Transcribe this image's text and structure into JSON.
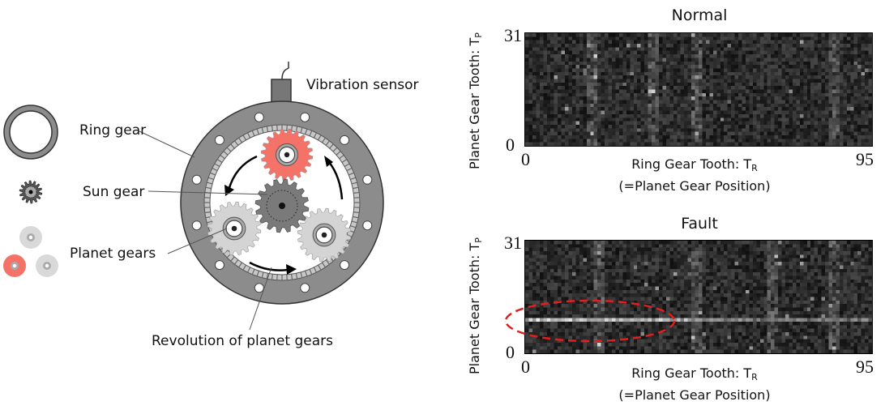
{
  "diagram": {
    "labels": {
      "vibration_sensor": "Vibration sensor",
      "ring_gear": "Ring gear",
      "sun_gear": "Sun gear",
      "planet_gears": "Planet gears",
      "revolution": "Revolution of planet gears"
    },
    "colors": {
      "ring": "#8c8c8c",
      "fault_planet": "#f47268",
      "normal_planet": "#d4d4d4",
      "sun": "#7a7a7a"
    }
  },
  "chart_data": [
    {
      "type": "heatmap",
      "title": "Normal",
      "ylabel": "Planet Gear Tooth: T",
      "ylabel_sub": "P",
      "xlabel": "Ring Gear Tooth: T",
      "xlabel_sub": "R",
      "xlabel_line2": "(=Planet Gear Position)",
      "x_range": [
        0,
        95
      ],
      "y_range": [
        0,
        31
      ],
      "x_ticks": [
        "0",
        "95"
      ],
      "y_ticks": [
        "0",
        "31"
      ],
      "bright_columns": [
        47,
        85,
        35,
        18
      ],
      "fault_row": null
    },
    {
      "type": "heatmap",
      "title": "Fault",
      "ylabel": "Planet Gear Tooth: T",
      "ylabel_sub": "P",
      "xlabel": "Ring Gear Tooth: T",
      "xlabel_sub": "R",
      "xlabel_line2": "(=Planet Gear Position)",
      "x_range": [
        0,
        95
      ],
      "y_range": [
        0,
        31
      ],
      "x_ticks": [
        "0",
        "95"
      ],
      "y_ticks": [
        "0",
        "31"
      ],
      "bright_columns": [
        20,
        47,
        68,
        85
      ],
      "fault_row": 9,
      "annotation": "dashed-ellipse-on-fault-row"
    }
  ]
}
